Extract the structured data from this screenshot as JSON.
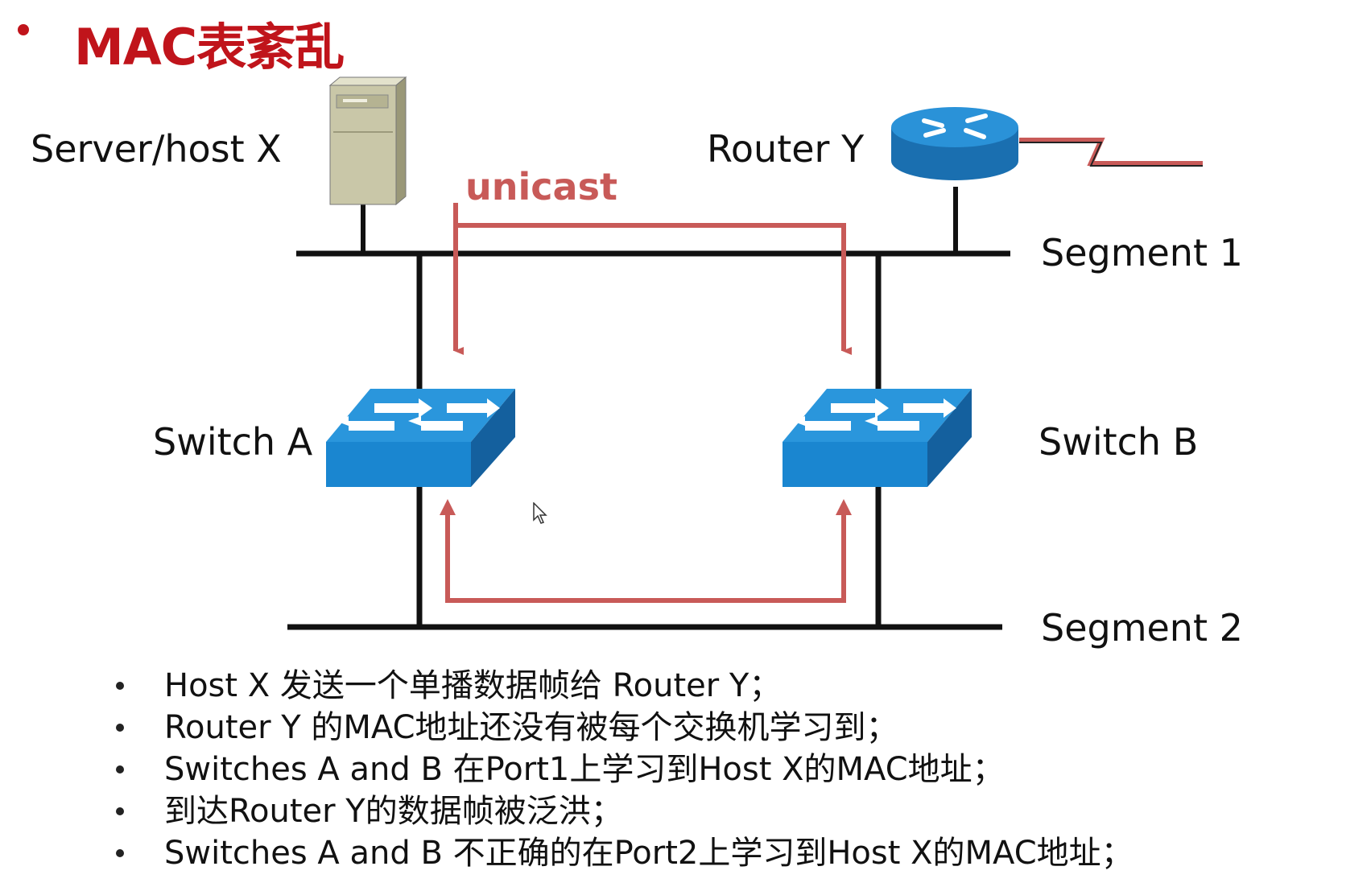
{
  "title": "MAC表紊乱",
  "labels": {
    "server": "Server/host X",
    "router": "Router Y",
    "segment1": "Segment 1",
    "segment2": "Segment 2",
    "switch_a": "Switch A",
    "switch_b": "Switch B",
    "unicast": "unicast"
  },
  "bullets": [
    "Host X 发送一个单播数据帧给 Router Y；",
    "Router Y 的MAC地址还没有被每个交换机学习到；",
    "Switches A and B 在Port1上学习到Host X的MAC地址；",
    "到达Router Y的数据帧被泛洪；",
    "Switches A and B 不正确的在Port2上学习到Host X的MAC地址；"
  ],
  "colors": {
    "title": "#c0141b",
    "flow": "#c85a58",
    "switch": "#1a8ad4",
    "router": "#1e7fc4",
    "server": "#c9c7a8"
  },
  "icons": [
    "server-icon",
    "router-icon",
    "switch-icon",
    "switch-icon",
    "cursor-icon"
  ]
}
